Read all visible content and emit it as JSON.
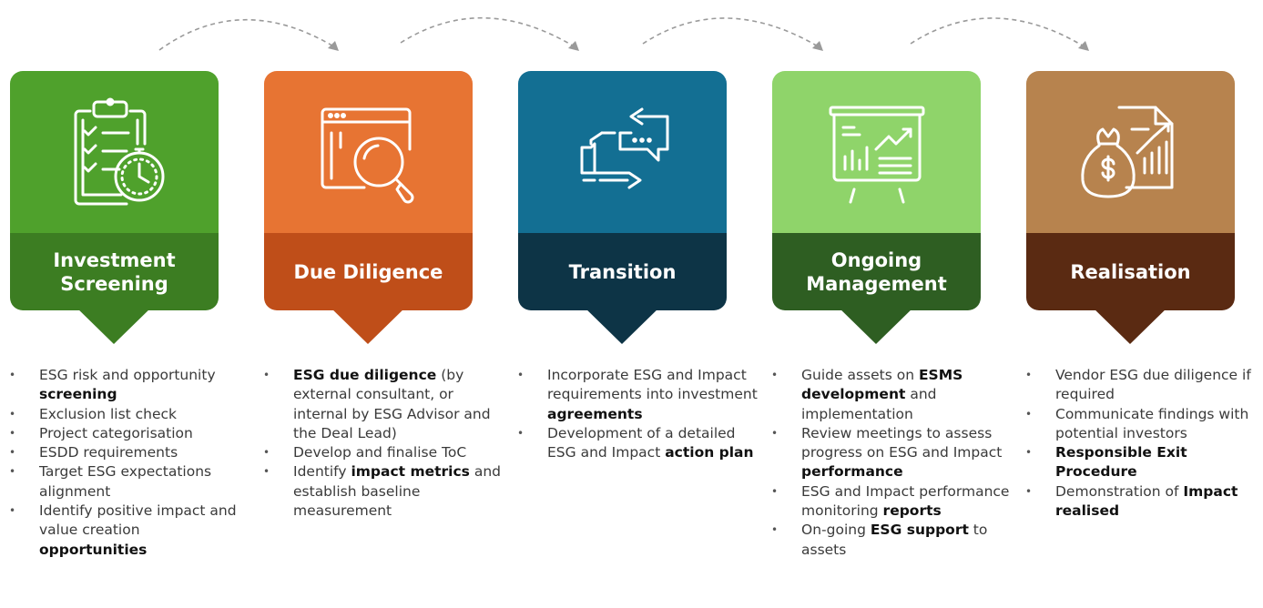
{
  "colors": {
    "arrow": "#9a9a9a",
    "text": "#3a3a3a"
  },
  "stages": [
    {
      "title": "Investment\nScreening",
      "icon": "clipboard-stopwatch-icon",
      "top_color": "#4fa12c",
      "bottom_color": "#3c7d22",
      "bullets": [
        [
          {
            "t": "ESG risk and opportunity "
          },
          {
            "t": "screening",
            "b": true
          }
        ],
        [
          {
            "t": "Exclusion list check"
          }
        ],
        [
          {
            "t": "Project categorisation"
          }
        ],
        [
          {
            "t": "ESDD requirements"
          }
        ],
        [
          {
            "t": "Target ESG expectations alignment"
          }
        ],
        [
          {
            "t": "Identify positive impact and value creation "
          },
          {
            "t": "opportunities",
            "b": true
          }
        ]
      ]
    },
    {
      "title": "Due Diligence",
      "icon": "browser-magnifier-icon",
      "top_color": "#e77433",
      "bottom_color": "#bf4e19",
      "bullets": [
        [
          {
            "t": "ESG due diligence",
            "b": true
          },
          {
            "t": " (by external consultant, or internal by ESG Advisor and the Deal Lead)"
          }
        ],
        [
          {
            "t": "Develop and finalise ToC"
          }
        ],
        [
          {
            "t": "Identify "
          },
          {
            "t": "impact metrics",
            "b": true
          },
          {
            "t": " and establish baseline measurement"
          }
        ]
      ]
    },
    {
      "title": "Transition",
      "icon": "exchange-chat-icon",
      "top_color": "#136f93",
      "bottom_color": "#0d3446",
      "bullets": [
        [
          {
            "t": "Incorporate ESG and Impact requirements into investment "
          },
          {
            "t": "agreements",
            "b": true
          }
        ],
        [
          {
            "t": "Development of a detailed ESG and Impact "
          },
          {
            "t": "action plan",
            "b": true
          }
        ]
      ]
    },
    {
      "title": "Ongoing\nManagement",
      "icon": "presentation-board-icon",
      "top_color": "#8fd46a",
      "bottom_color": "#2e5e22",
      "bullets": [
        [
          {
            "t": "Guide assets on "
          },
          {
            "t": "ESMS development",
            "b": true
          },
          {
            "t": " and implementation"
          }
        ],
        [
          {
            "t": "Review meetings to assess progress on ESG and Impact "
          },
          {
            "t": "performance",
            "b": true
          }
        ],
        [
          {
            "t": "ESG and Impact performance monitoring "
          },
          {
            "t": "reports",
            "b": true
          }
        ],
        [
          {
            "t": "On-going "
          },
          {
            "t": "ESG support",
            "b": true
          },
          {
            "t": " to assets"
          }
        ]
      ]
    },
    {
      "title": "Realisation",
      "icon": "money-bag-report-icon",
      "top_color": "#b7834e",
      "bottom_color": "#5a2a12",
      "bullets": [
        [
          {
            "t": "Vendor ESG due diligence if required"
          }
        ],
        [
          {
            "t": "Communicate findings with potential investors"
          }
        ],
        [
          {
            "t": "Responsible Exit Procedure",
            "b": true
          }
        ],
        [
          {
            "t": "Demonstration of "
          },
          {
            "t": "Impact realised",
            "b": true
          }
        ]
      ]
    }
  ]
}
